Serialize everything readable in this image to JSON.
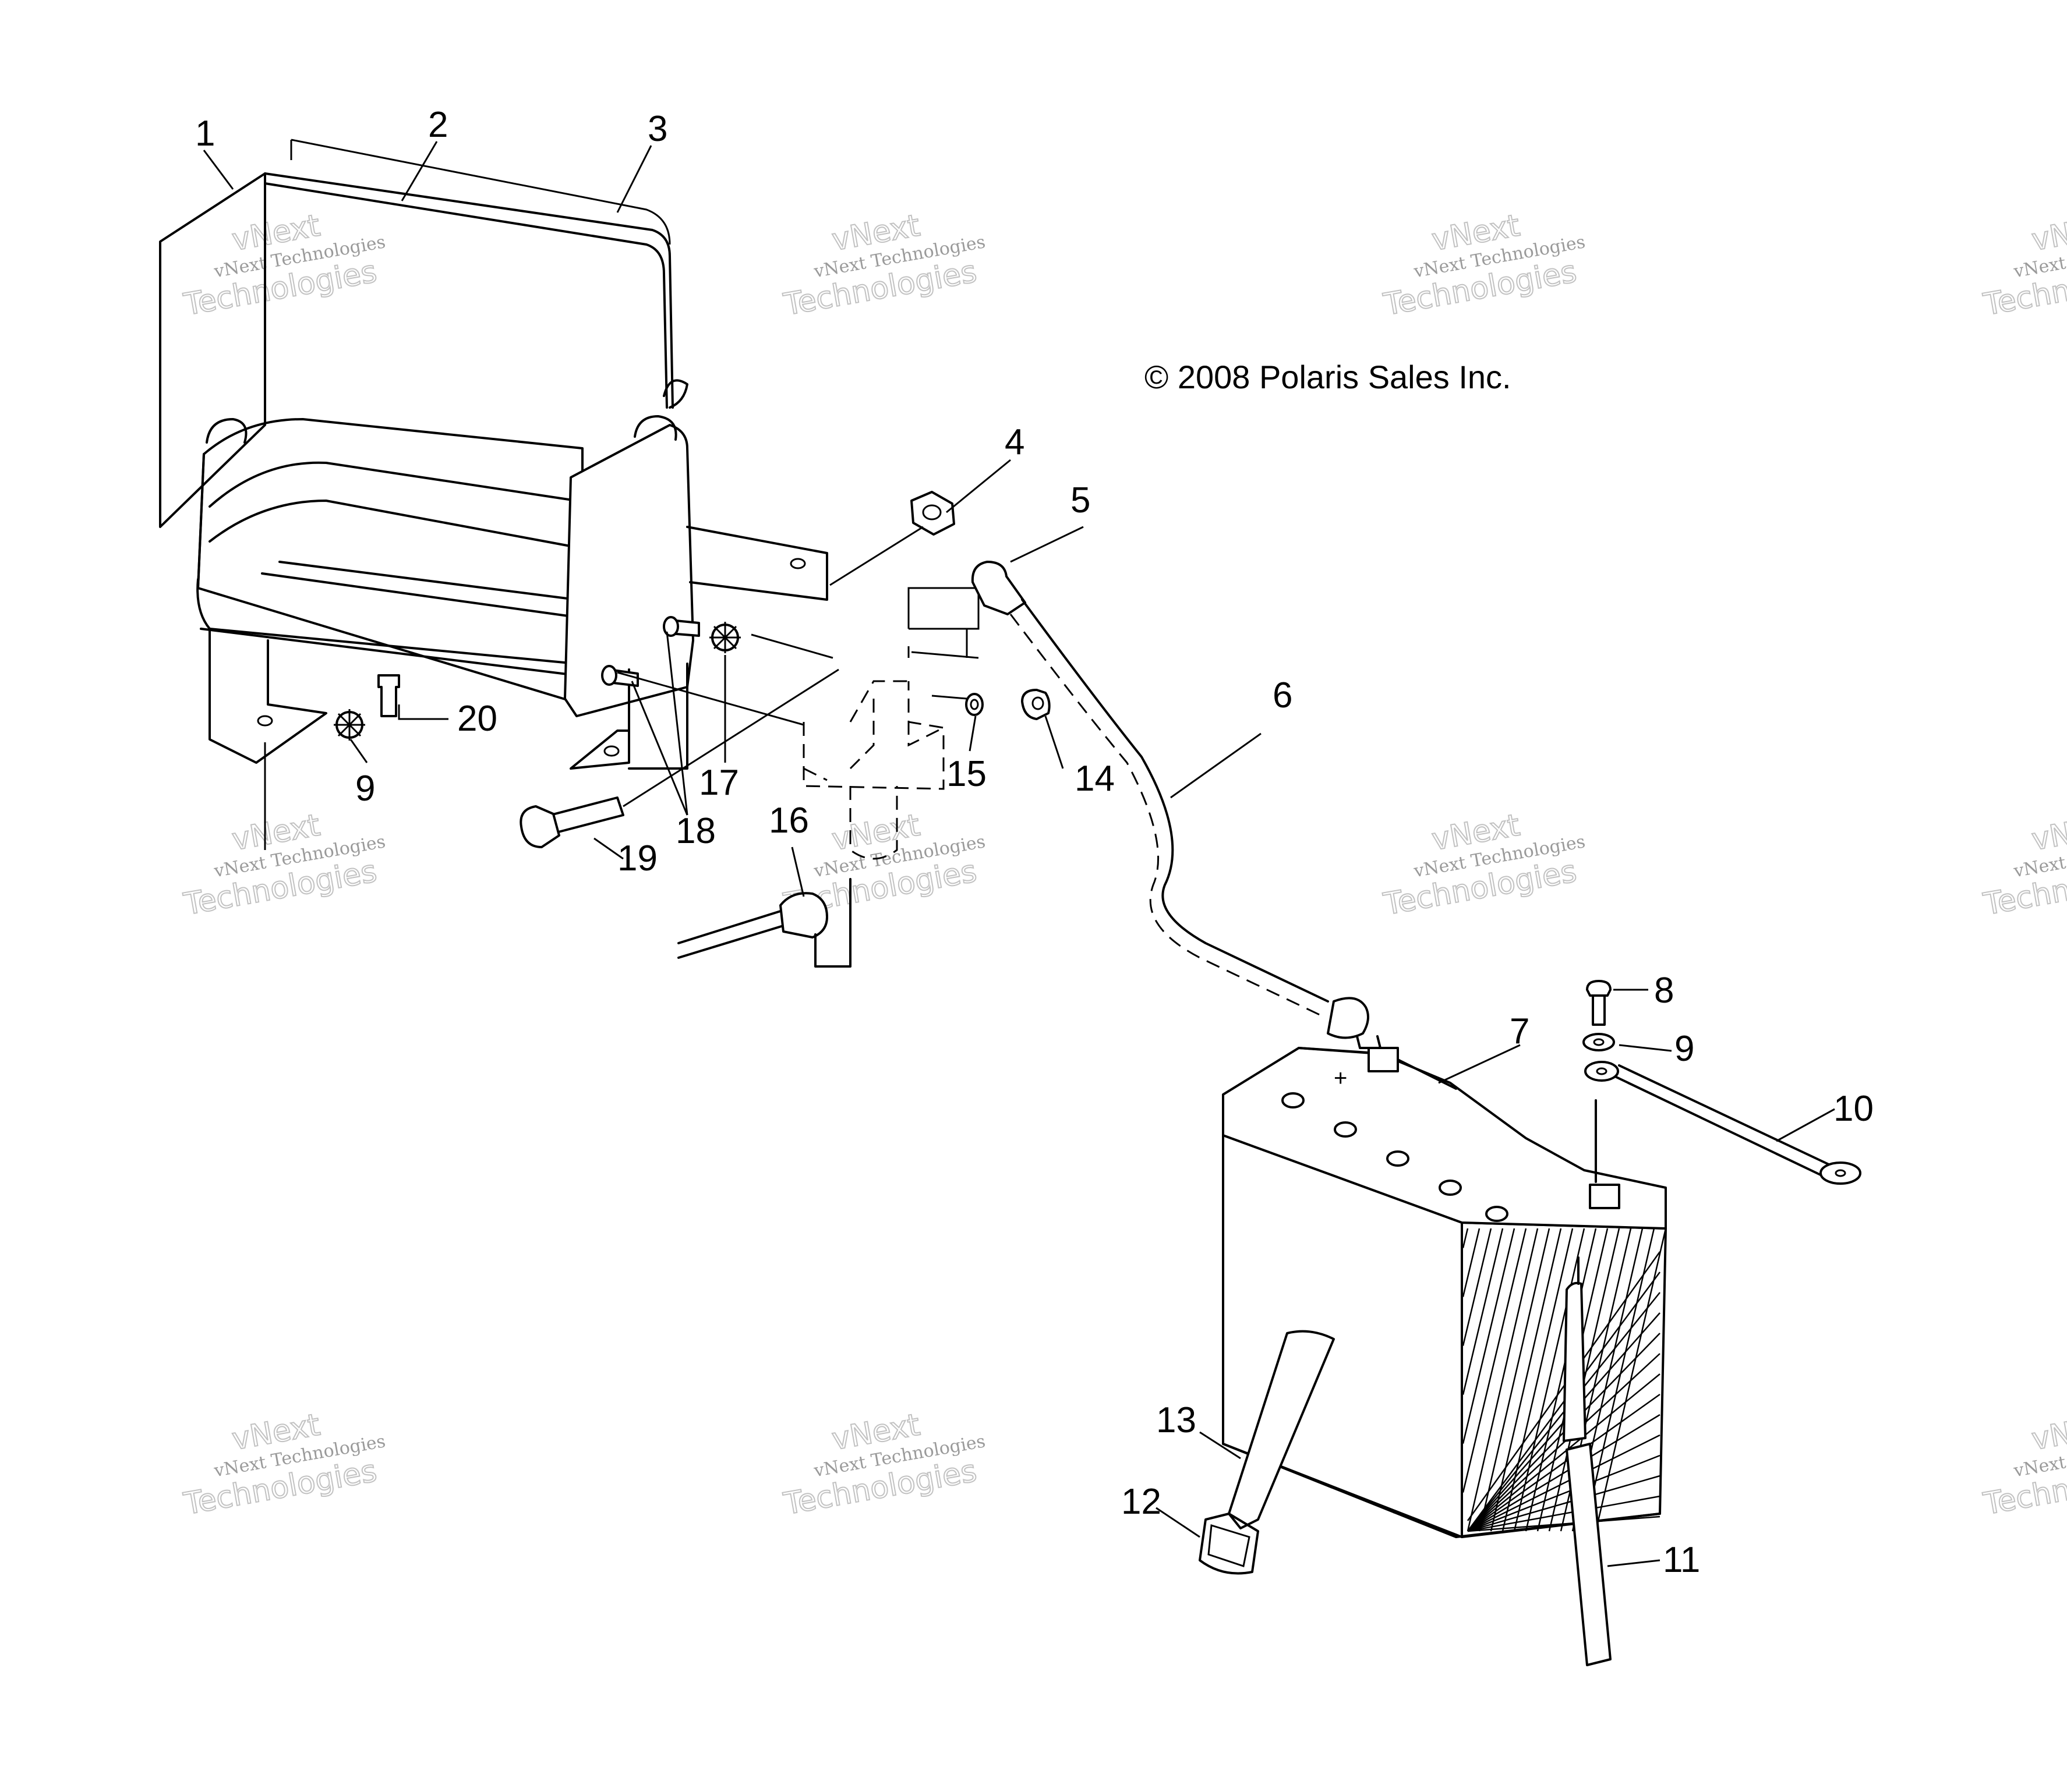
{
  "diagram": {
    "copyright": "© 2008 Polaris Sales Inc.",
    "watermark": {
      "line1": "vNext Technologies",
      "line2": "vNext",
      "line3": "Technologies"
    },
    "callouts": [
      "1",
      "2",
      "3",
      "4",
      "5",
      "6",
      "7",
      "8",
      "9",
      "9",
      "10",
      "11",
      "12",
      "13",
      "14",
      "15",
      "16",
      "17",
      "18",
      "19",
      "20"
    ],
    "colors": {
      "ink": "#000000",
      "background": "#ffffff",
      "watermark": "#b0b0b0"
    }
  }
}
